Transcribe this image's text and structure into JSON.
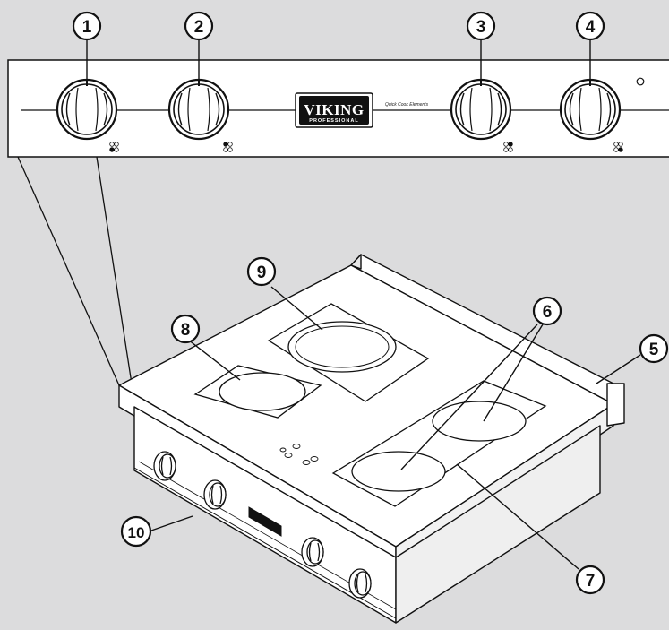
{
  "brand": {
    "name": "VIKING",
    "subtitle": "PROFESSIONAL"
  },
  "panel": {
    "caption": "Quick Cook Elements"
  },
  "callouts": [
    {
      "number": "1",
      "part": "knob"
    },
    {
      "number": "2",
      "part": "knob"
    },
    {
      "number": "3",
      "part": "knob"
    },
    {
      "number": "4",
      "part": "knob"
    },
    {
      "number": "5",
      "part": "backguard"
    },
    {
      "number": "6",
      "part": "cooking-element"
    },
    {
      "number": "7",
      "part": "cooktop-surface"
    },
    {
      "number": "8",
      "part": "cooking-element"
    },
    {
      "number": "9",
      "part": "cooking-element"
    },
    {
      "number": "10",
      "part": "base"
    }
  ],
  "colors": {
    "background": "#dcdcdd",
    "line": "#111111",
    "panel": "#ffffff",
    "logo": "#111111"
  }
}
